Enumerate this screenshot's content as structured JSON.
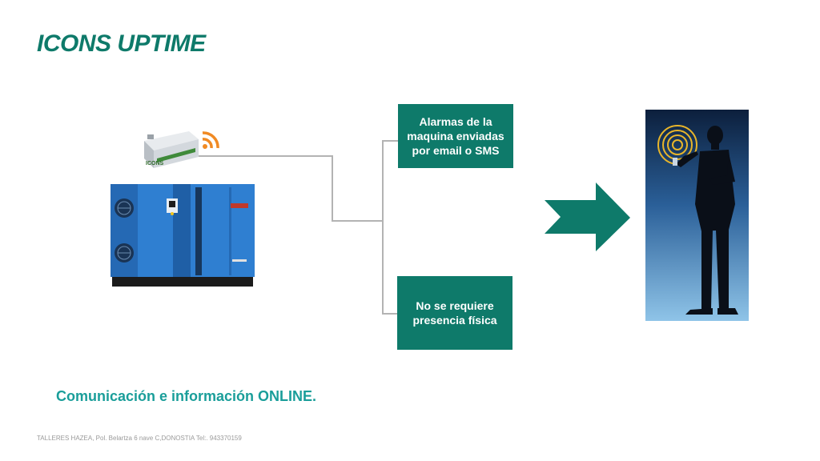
{
  "slide": {
    "title": "ICONS UPTIME",
    "subtitle": "Comunicación e información ONLINE.",
    "footer": "TALLERES HAZEA, Pol. Belartza 6 nave C,DONOSTIA  Tel:. 943370159"
  },
  "boxes": {
    "alarms": "Alarmas de la maquina enviadas por email o SMS",
    "presence": "No se requiere presencia física"
  },
  "device": {
    "modem_label": "ICONS"
  },
  "icons": {
    "signal": "wifi-signal-icon",
    "arrow": "right-arrow-icon"
  },
  "colors": {
    "accent_green": "#0e7a6a",
    "subtitle_teal": "#1a9e9a",
    "compressor_blue": "#2f7fd1",
    "signal_orange": "#f08a24",
    "connector_gray": "#b3b3b3"
  }
}
